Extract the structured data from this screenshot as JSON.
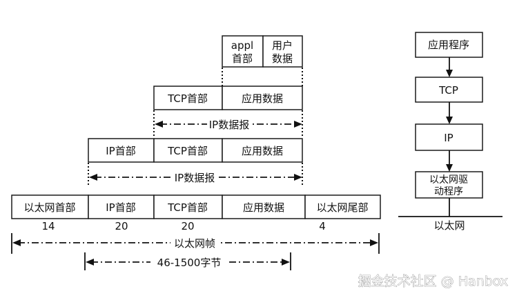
{
  "top_header": {
    "appl_header": [
      "appl",
      "首部"
    ],
    "user_data": [
      "用户",
      "数据"
    ]
  },
  "tcp_row": {
    "tcp_header": "TCP首部",
    "app_data": "应用数据",
    "span_label": "IP数据报"
  },
  "ip_row": {
    "ip_header": "IP首部",
    "tcp_header": "TCP首部",
    "app_data": "应用数据",
    "span_label": "IP数据报"
  },
  "eth_row": {
    "eth_header": "以太网首部",
    "ip_header": "IP首部",
    "tcp_header": "TCP首部",
    "app_data": "应用数据",
    "eth_trailer": "以太网尾部"
  },
  "sizes": {
    "eth_header": "14",
    "ip_header": "20",
    "tcp_header": "20",
    "eth_trailer": "4"
  },
  "spans": {
    "frame_label": "以太网帧",
    "payload_label": "46-1500字节"
  },
  "stack": {
    "application": "应用程序",
    "tcp": "TCP",
    "ip": "IP",
    "driver": [
      "以太网驱",
      "动程序"
    ],
    "network": "以太网"
  },
  "watermark": "掘金技术社区 @ Hanbox"
}
